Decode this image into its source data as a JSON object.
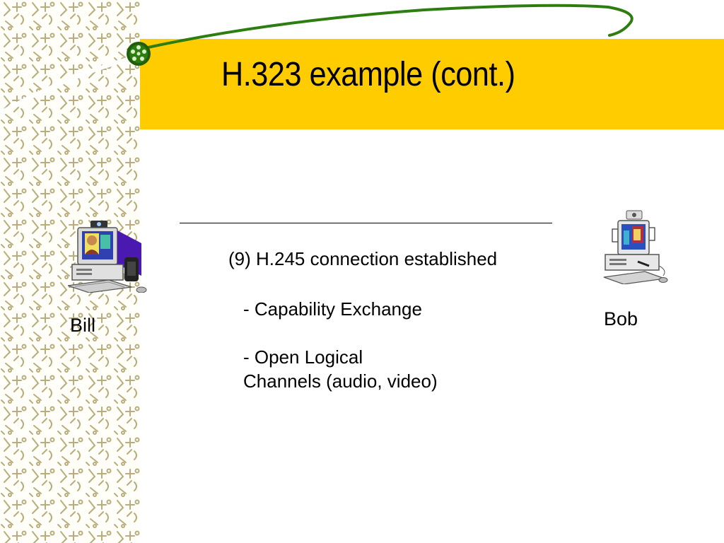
{
  "slide": {
    "title": "H.323 example (cont.)",
    "step_heading": "(9) H.245 connection established",
    "bullets": [
      {
        "line1": "- Capability Exchange"
      },
      {
        "line1": "- Open Logical",
        "line2": "Channels (audio, video)"
      }
    ]
  },
  "endpoints": {
    "left": {
      "name": "Bill",
      "icon": "desktop-computer-icon"
    },
    "right": {
      "name": "Bob",
      "icon": "desktop-computer-icon"
    }
  },
  "theme": {
    "title_band": "#ffcc00",
    "swoosh": "#2e7d10",
    "pattern_stroke": "#b8ad7a"
  }
}
